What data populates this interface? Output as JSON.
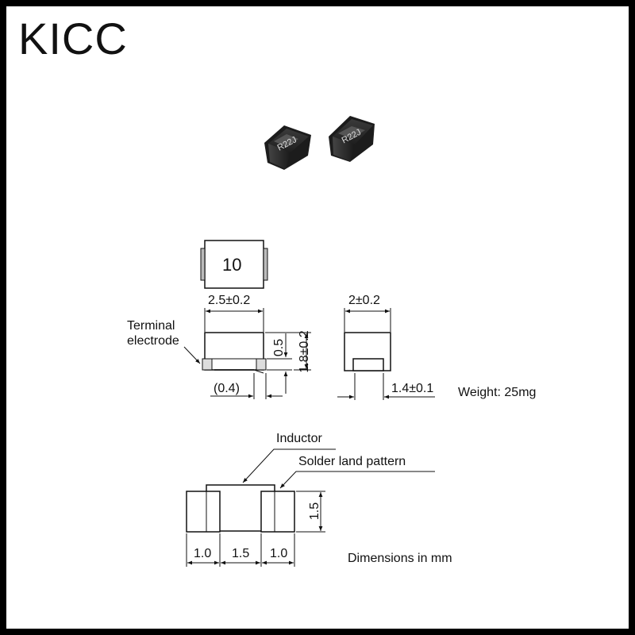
{
  "brand": "KICC",
  "photo": {
    "component_marking": "R22J"
  },
  "top_view": {
    "marking": "10"
  },
  "front_view": {
    "width_label": "2.5±0.2",
    "terminal_label_line1": "Terminal",
    "terminal_label_line2": "electrode",
    "terminal_height_label": "0.5",
    "height_label": "1.8±0.2",
    "terminal_length_label": "(0.4)"
  },
  "side_view": {
    "width_label": "2±0.2",
    "terminal_width_label": "1.4±0.1"
  },
  "weight_text": "Weight: 25mg",
  "land_pattern": {
    "inductor_label": "Inductor",
    "solder_label": "Solder land pattern",
    "height_label": "1.5",
    "dims": [
      "1.0",
      "1.5",
      "1.0"
    ]
  },
  "units_text": "Dimensions in mm",
  "colors": {
    "frame": "#000000",
    "body": "#2b2b2b",
    "ink": "#111111"
  }
}
